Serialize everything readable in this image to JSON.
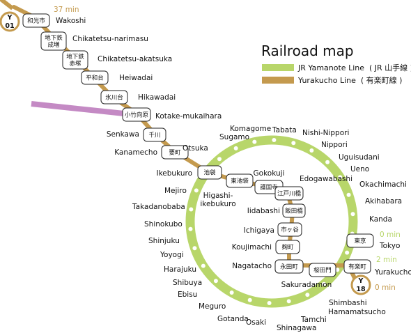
{
  "title": "Railroad map",
  "colors": {
    "yamanote": "#b8d66a",
    "yurakucho": "#c49a4e",
    "other_line": "#c48ac4",
    "time_wakoshi": "#c49a4e",
    "time_tokyo": "#b8d66a"
  },
  "legend": {
    "yamanote": "JR Yamanote Line  ( JR 山手線 )",
    "yurakucho": "Yurakucho Line  ( 有楽町線 )"
  },
  "codes": {
    "top_line": "Y",
    "top_num": "01",
    "bottom_line": "Y",
    "bottom_num": "18"
  },
  "times": {
    "wakoshi": "37 min",
    "tokyo": "0 min",
    "yurakucho": "2 min",
    "y18": "0 min"
  },
  "yurakucho_stations": [
    {
      "jp": "和光市",
      "en": "Wakoshi"
    },
    {
      "jp": "地下鉄\n成増",
      "en": "Chikatetsu-narimasu"
    },
    {
      "jp": "地下鉄\n赤塚",
      "en": "Chikatetsu-akatsuka"
    },
    {
      "jp": "平和台",
      "en": "Heiwadai"
    },
    {
      "jp": "氷川台",
      "en": "Hikawadai"
    },
    {
      "jp": "小竹向原",
      "en": "Kotake-mukaihara"
    },
    {
      "jp": "千川",
      "en": "Senkawa"
    },
    {
      "jp": "要町",
      "en": "Kanamecho"
    },
    {
      "jp": "池袋",
      "en": "Ikebukuro"
    },
    {
      "jp": "東池袋",
      "en": "Higashi-\nikebukuro"
    },
    {
      "jp": "護国寺",
      "en": "Gokokuji"
    },
    {
      "jp": "江戸川橋",
      "en": "Edogawabashi"
    },
    {
      "jp": "飯田橋",
      "en": "Iidabashi"
    },
    {
      "jp": "市ヶ谷",
      "en": "Ichigaya"
    },
    {
      "jp": "麹町",
      "en": "Koujimachi"
    },
    {
      "jp": "永田町",
      "en": "Nagatacho"
    },
    {
      "jp": "桜田門",
      "en": "Sakuradamon"
    },
    {
      "jp": "有楽町",
      "en": "Yurakucho"
    },
    {
      "jp": "東京",
      "en": "Tokyo"
    }
  ],
  "yamanote_stations": [
    "Otsuka",
    "Sugamo",
    "Komagome",
    "Tabata",
    "Nishi-Nippori",
    "Nippori",
    "Uguisudani",
    "Ueno",
    "Okachimachi",
    "Akihabara",
    "Kanda",
    "Shimbashi",
    "Hamamatsucho",
    "Tamchi",
    "Shinagawa",
    "Osaki",
    "Gotanda",
    "Meguro",
    "Ebisu",
    "Shibuya",
    "Harajuku",
    "Yoyogi",
    "Shinjuku",
    "Shinokubo",
    "Takadanobaba",
    "Mejiro"
  ]
}
